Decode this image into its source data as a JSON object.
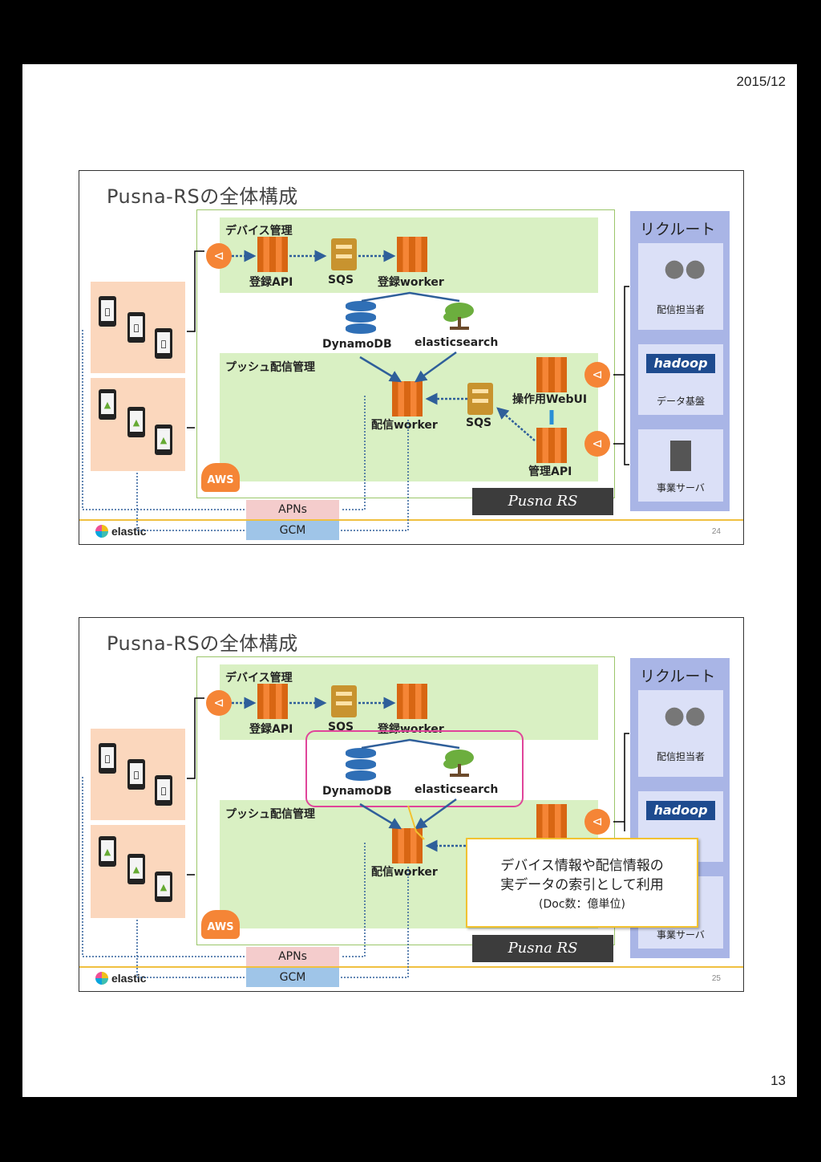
{
  "header": {
    "date": "2015/12"
  },
  "footer": {
    "page": "13"
  },
  "slides": [
    {
      "title": "Pusna-RSの全体構成",
      "device_mgmt": "デバイス管理",
      "push_mgmt": "プッシュ配信管理",
      "reg_api": "登録API",
      "sqs": "SQS",
      "reg_worker": "登録worker",
      "dynamodb": "DynamoDB",
      "elasticsearch": "elasticsearch",
      "deliver_worker": "配信worker",
      "sqs2": "SQS",
      "webui": "操作用WebUI",
      "mgmt_api": "管理API",
      "aws": "AWS",
      "pusna": "Pusna RS",
      "apns": "APNs",
      "gcm": "GCM",
      "elastic": "elastic",
      "slide_num": "24",
      "recruit": {
        "title": "リクルート",
        "person": "配信担当者",
        "hadoop_logo": "hadoop",
        "data": "データ基盤",
        "server": "事業サーバ"
      }
    },
    {
      "title": "Pusna-RSの全体構成",
      "device_mgmt": "デバイス管理",
      "push_mgmt": "プッシュ配信管理",
      "reg_api": "登録API",
      "sqs": "SQS",
      "reg_worker": "登録worker",
      "dynamodb": "DynamoDB",
      "elasticsearch": "elasticsearch",
      "deliver_worker": "配信worker",
      "aws": "AWS",
      "pusna": "Pusna RS",
      "apns": "APNs",
      "gcm": "GCM",
      "elastic": "elastic",
      "slide_num": "25",
      "recruit": {
        "title": "リクルート",
        "person": "配信担当者",
        "hadoop_logo": "hadoop",
        "data": "盤",
        "server": "事業サーバ"
      },
      "callout": {
        "line1": "デバイス情報や配信情報の",
        "line2": "実データの索引として利用",
        "line3": "(Doc数：億単位)"
      }
    }
  ]
}
